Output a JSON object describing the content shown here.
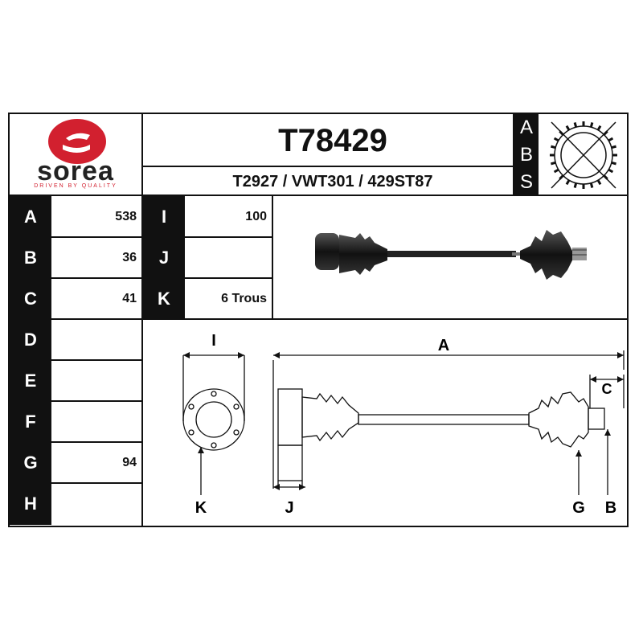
{
  "brand": {
    "name": "sorea",
    "tagline": "DRIVEN BY QUALITY",
    "logo_color": "#d2202f"
  },
  "header": {
    "part_number": "T78429",
    "cross_refs": "T2927 / VWT301 / 429ST87",
    "abs_letters": [
      "A",
      "B",
      "S"
    ]
  },
  "specs_left": [
    {
      "label": "A",
      "value": "538"
    },
    {
      "label": "B",
      "value": "36"
    },
    {
      "label": "C",
      "value": "41"
    },
    {
      "label": "D",
      "value": ""
    },
    {
      "label": "E",
      "value": ""
    },
    {
      "label": "F",
      "value": ""
    },
    {
      "label": "G",
      "value": "94"
    },
    {
      "label": "H",
      "value": ""
    }
  ],
  "specs_right": [
    {
      "label": "I",
      "value": "100"
    },
    {
      "label": "J",
      "value": ""
    },
    {
      "label": "K",
      "value": "6 Trous"
    }
  ],
  "diagram": {
    "labels": {
      "A": "A",
      "B": "B",
      "C": "C",
      "G": "G",
      "I": "I",
      "J": "J",
      "K": "K"
    }
  },
  "colors": {
    "ink": "#111111",
    "logo_red": "#d2202f"
  }
}
